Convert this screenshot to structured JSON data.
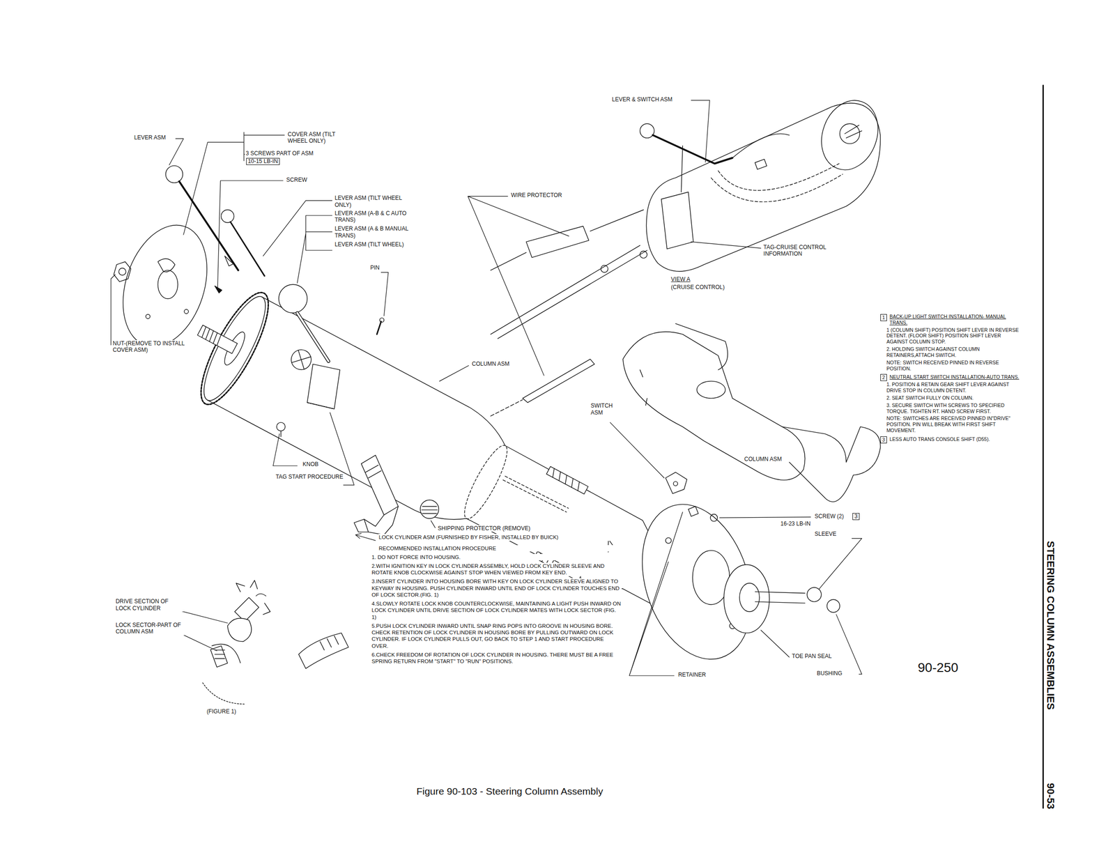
{
  "diagram": {
    "caption": "Figure 90-103 - Steering Column Assembly",
    "labels": [
      "LEVER ASM",
      "COVER ASM (TILT WHEEL ONLY)",
      "3 SCREWS PART OF ASM",
      "10-15 LB-IN",
      "SCREW",
      "LEVER ASM (TILT WHEEL ONLY)",
      "LEVER ASM (A-B & C AUTO TRANS)",
      "LEVER ASM (A & B MANUAL TRANS)",
      "LEVER ASM (TILT WHEEL)",
      "PIN",
      "NUT-(REMOVE TO INSTALL COVER ASM)",
      "WIRE PROTECTOR",
      "LEVER & SWITCH ASM",
      "TAG-CRUISE CONTROL INFORMATION",
      "VIEW A",
      "(CRUISE CONTROL)",
      "COLUMN ASM",
      "SWITCH ASM",
      "COLUMN ASM",
      "KNOB",
      "TAG START PROCEDURE",
      "SHIPPING PROTECTOR (REMOVE)",
      "LOCK CYLINDER ASM (FURNISHED BY FISHER, INSTALLED BY BUICK)",
      "RECOMMENDED INSTALLATION PROCEDURE",
      "1. DO NOT FORCE INTO HOUSING.",
      "2.WITH IGNITION KEY IN LOCK CYLINDER ASSEMBLY, HOLD LOCK CYLINDER SLEEVE AND ROTATE KNOB CLOCKWISE AGAINST STOP WHEN VIEWED FROM KEY END.",
      "3.INSERT CYLINDER INTO HOUSING BORE WITH KEY ON LOCK CYLINDER SLEEVE ALIGNED TO KEYWAY IN HOUSING. PUSH CYLINDER INWARD UNTIL END OF LOCK CYLINDER TOUCHES END OF LOCK SECTOR.(FIG. 1)",
      "4.SLOWLY ROTATE LOCK KNOB COUNTERCLOCKWISE, MAINTAINING A LIGHT PUSH INWARD ON LOCK CYLINDER UNTIL DRIVE SECTION OF LOCK CYLINDER MATES WITH LOCK SECTOR (FIG. 1)",
      "5.PUSH LOCK CYLINDER INWARD UNTIL SNAP RING POPS INTO GROOVE IN HOUSING BORE. CHECK RETENTION OF LOCK CYLINDER IN HOUSING BORE BY PULLING OUTWARD ON LOCK CYLINDER. IF LOCK CYLINDER PULLS OUT, GO BACK TO STEP 1 AND START PROCEDURE OVER.",
      "6.CHECK FREEDOM OF ROTATION OF LOCK CYLINDER IN HOUSING. THERE MUST BE A FREE SPRING RETURN FROM \"START\" TO \"RUN\" POSITIONS.",
      "DRIVE SECTION OF LOCK CYLINDER",
      "LOCK SECTOR-PART OF COLUMN ASM",
      "(FIGURE 1)",
      "1",
      "BACK-UP LIGHT SWITCH INSTALLATION- MANUAL TRANS.",
      "1 (COLUMN SHIFT) POSITION SHIFT LEVER IN REVERSE DETENT. (FLOOR SHIFT) POSITION SHIFT LEVER AGAINST COLUMN STOP.",
      "2. HOLDING SWITCH AGAINST COLUMN RETAINERS,ATTACH SWITCH.",
      "NOTE: SWITCH RECEIVED PINNED IN REVERSE POSITION.",
      "2",
      "NEUTRAL START SWITCH INSTALLATION-AUTO TRANS.",
      "1. POSITION & RETAIN GEAR SHIFT LEVER AGAINST DRIVE STOP IN COLUMN DETENT.",
      "2. SEAT SWITCH FULLY ON COLUMN.",
      "3. SECURE SWITCH WITH SCREWS TO SPECIFIED TORQUE. TIGHTEN RT. HAND SCREW FIRST.",
      "NOTE: SWITCHES ARE RECEIVED PINNED IN\"DRIVE\" POSITION. PIN WILL BREAK WITH FIRST SHIFT MOVEMENT.",
      "3",
      "LESS AUTO TRANS CONSOLE SHIFT (D55).",
      "SCREW (2)",
      "3",
      "16-23 LB-IN",
      "SLEEVE",
      "TOE PAN SEAL",
      "RETAINER",
      "BUSHING",
      "90-250",
      "STEERING COLUMN ASSEMBLIES",
      "90-53"
    ]
  }
}
